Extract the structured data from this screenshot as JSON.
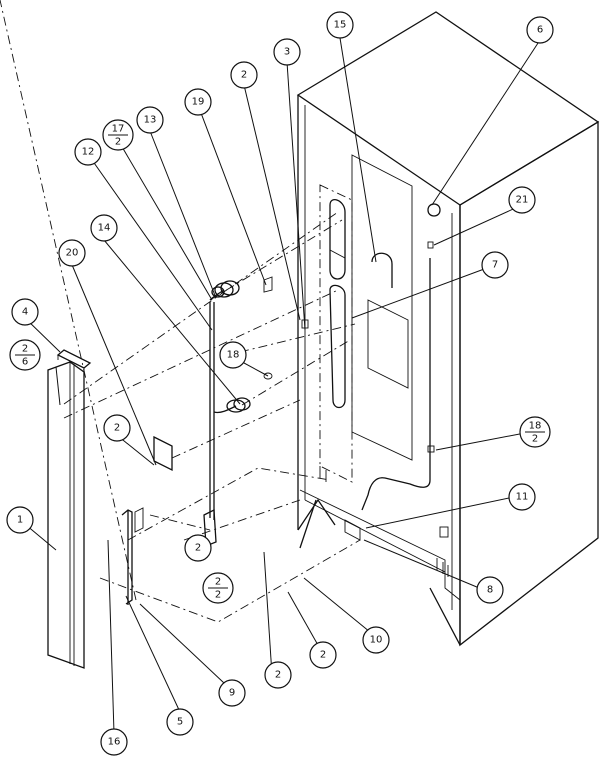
{
  "callouts": [
    {
      "id": "c1",
      "top": "1"
    },
    {
      "id": "c2a",
      "top": "2"
    },
    {
      "id": "c2b",
      "top": "2"
    },
    {
      "id": "c2c",
      "top": "2"
    },
    {
      "id": "c2d",
      "top": "2"
    },
    {
      "id": "c2e",
      "top": "2"
    },
    {
      "id": "c2f",
      "top": "2",
      "bottom": "6"
    },
    {
      "id": "c2g",
      "top": "2",
      "bottom": "2"
    },
    {
      "id": "c3",
      "top": "3"
    },
    {
      "id": "c4",
      "top": "4"
    },
    {
      "id": "c5",
      "top": "5"
    },
    {
      "id": "c6",
      "top": "6"
    },
    {
      "id": "c7",
      "top": "7"
    },
    {
      "id": "c8",
      "top": "8"
    },
    {
      "id": "c9",
      "top": "9"
    },
    {
      "id": "c10",
      "top": "10"
    },
    {
      "id": "c11",
      "top": "11"
    },
    {
      "id": "c12",
      "top": "12"
    },
    {
      "id": "c13",
      "top": "13"
    },
    {
      "id": "c14",
      "top": "14"
    },
    {
      "id": "c15",
      "top": "15"
    },
    {
      "id": "c16",
      "top": "16"
    },
    {
      "id": "c17",
      "top": "17",
      "bottom": "2"
    },
    {
      "id": "c18a",
      "top": "18"
    },
    {
      "id": "c18b",
      "top": "18",
      "bottom": "2"
    },
    {
      "id": "c19",
      "top": "19"
    },
    {
      "id": "c20",
      "top": "20"
    },
    {
      "id": "c21",
      "top": "21"
    }
  ]
}
